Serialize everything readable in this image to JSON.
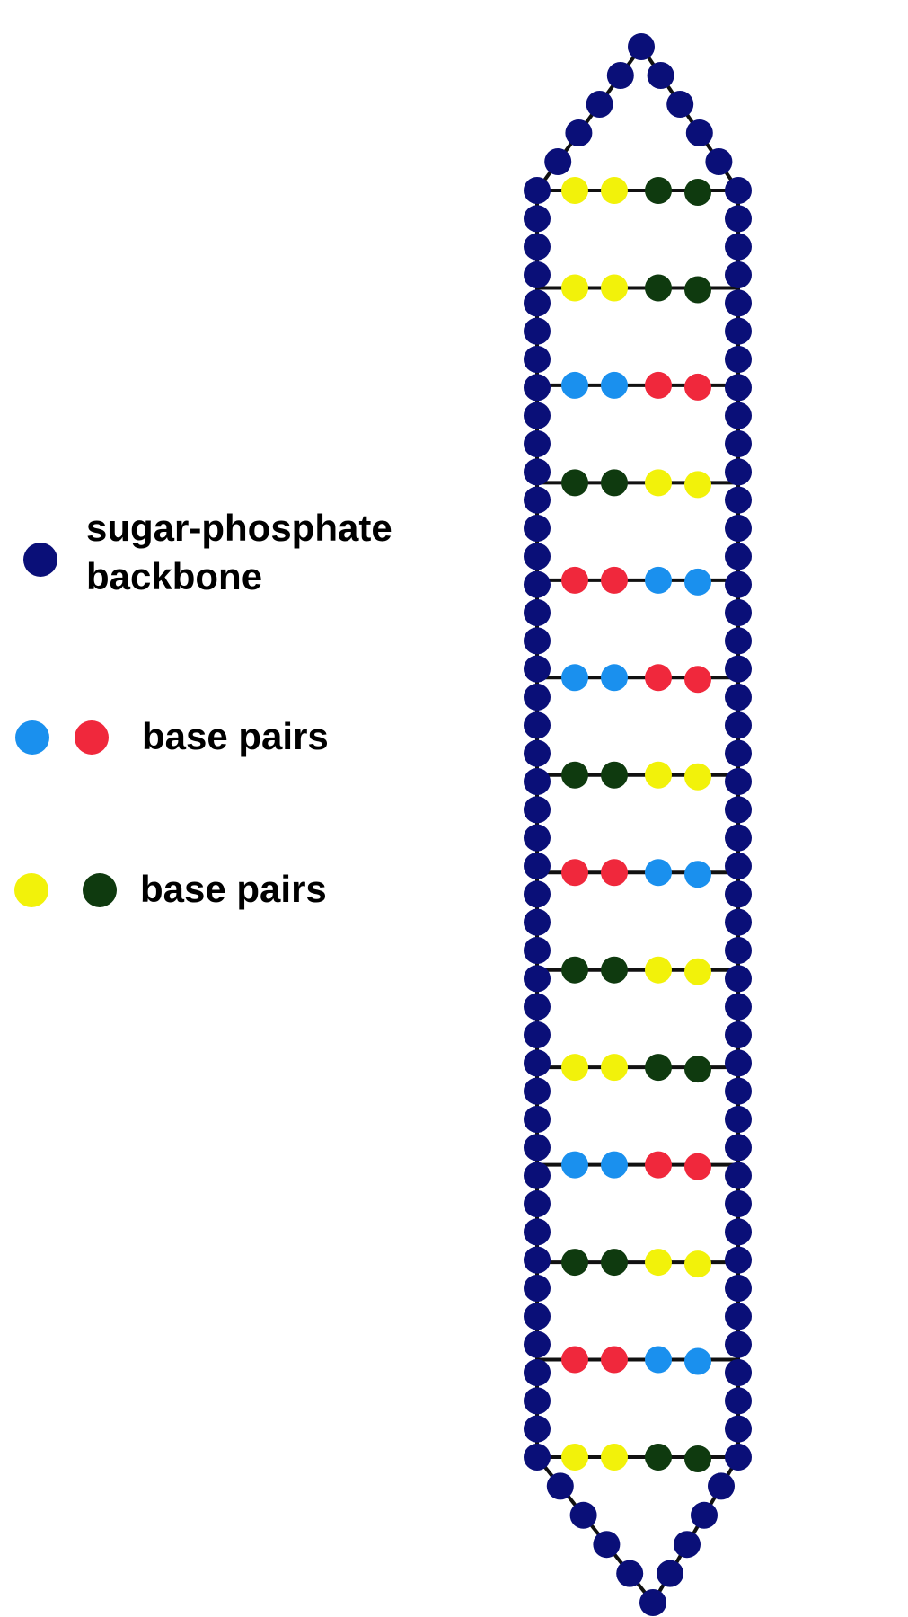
{
  "legend": {
    "backbone_line1": "sugar-phosphate",
    "backbone_line2": "backbone",
    "pair1_label": "base pairs",
    "pair2_label": "base pairs"
  },
  "colors": {
    "backbone": "#0a0f78",
    "blue": "#1a90ee",
    "red": "#f0283c",
    "yellow": "#f2f20a",
    "darkgreen": "#0f3a0f",
    "line": "#111111"
  },
  "rungs": [
    [
      "yellow",
      "yellow",
      "darkgreen",
      "darkgreen"
    ],
    [
      "yellow",
      "yellow",
      "darkgreen",
      "darkgreen"
    ],
    [
      "blue",
      "blue",
      "red",
      "red"
    ],
    [
      "darkgreen",
      "darkgreen",
      "yellow",
      "yellow"
    ],
    [
      "red",
      "red",
      "blue",
      "blue"
    ],
    [
      "blue",
      "blue",
      "red",
      "red"
    ],
    [
      "darkgreen",
      "darkgreen",
      "yellow",
      "yellow"
    ],
    [
      "red",
      "red",
      "blue",
      "blue"
    ],
    [
      "darkgreen",
      "darkgreen",
      "yellow",
      "yellow"
    ],
    [
      "yellow",
      "yellow",
      "darkgreen",
      "darkgreen"
    ],
    [
      "blue",
      "blue",
      "red",
      "red"
    ],
    [
      "darkgreen",
      "darkgreen",
      "yellow",
      "yellow"
    ],
    [
      "red",
      "red",
      "blue",
      "blue"
    ],
    [
      "yellow",
      "yellow",
      "darkgreen",
      "darkgreen"
    ]
  ]
}
